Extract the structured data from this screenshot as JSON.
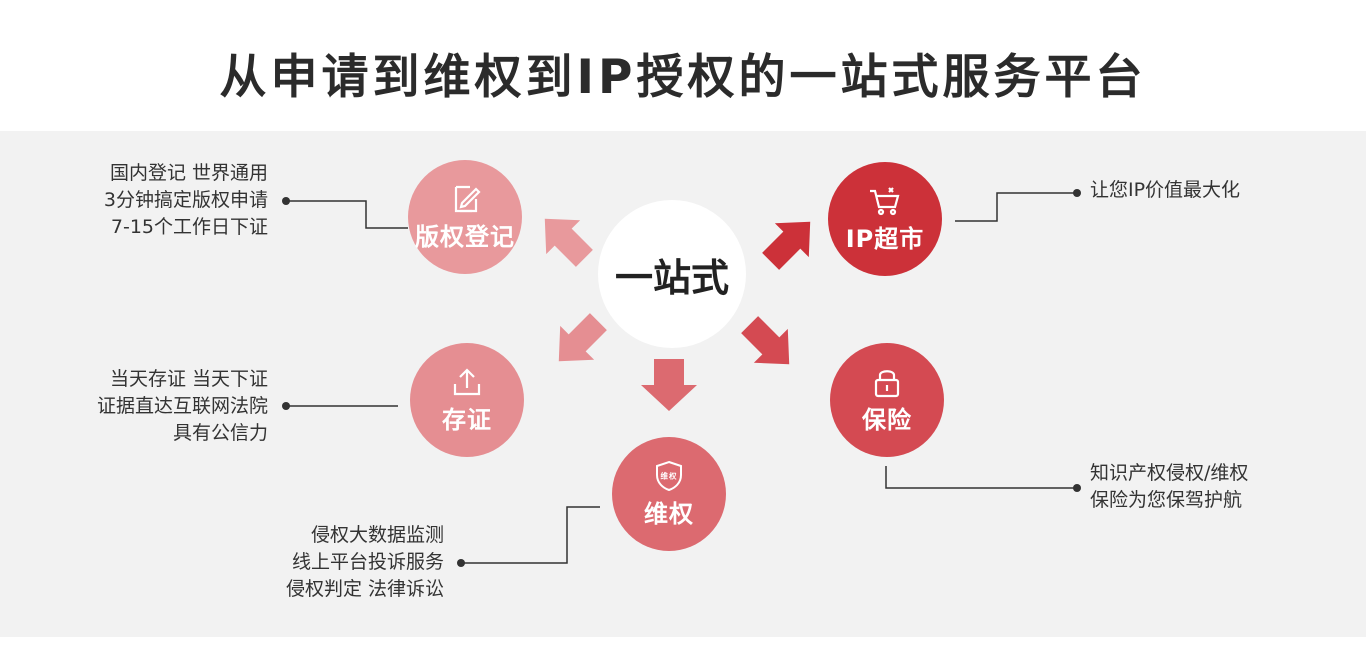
{
  "title": "从申请到维权到IP授权的一站式服务平台",
  "center": {
    "label": "一站式"
  },
  "nodes": {
    "copyright": {
      "label": "版权登记",
      "icon": "edit-icon",
      "color": "#e8999c",
      "desc": [
        "国内登记  世界通用",
        "3分钟搞定版权申请",
        "7-15个工作日下证"
      ]
    },
    "evidence": {
      "label": "存证",
      "icon": "upload-icon",
      "color": "#e58e92",
      "desc": [
        "当天存证  当天下证",
        "证据直达互联网法院",
        "具有公信力"
      ]
    },
    "rights": {
      "label": "维权",
      "icon": "shield-icon",
      "badge": "维权",
      "color": "#dc6a70",
      "desc": [
        "侵权大数据监测",
        "线上平台投诉服务",
        "侵权判定  法律诉讼"
      ]
    },
    "ipmarket": {
      "label": "IP超市",
      "icon": "cart-icon",
      "color": "#cc3139",
      "desc": [
        "让您IP价值最大化"
      ]
    },
    "insurance": {
      "label": "保险",
      "icon": "lock-icon",
      "color": "#d44a52",
      "desc": [
        "知识产权侵权/维权",
        "保险为您保驾护航"
      ]
    }
  }
}
